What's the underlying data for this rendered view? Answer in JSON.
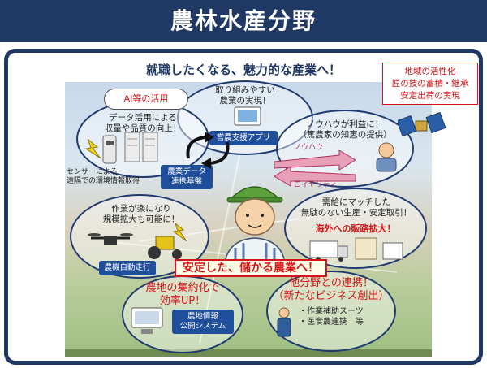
{
  "page": {
    "title": "農林水産分野"
  },
  "headline": "就職したくなる、魅力的な産業へ！",
  "note": {
    "lines": [
      "地域の活性化",
      "匠の技の蓄積・継承",
      "安定出荷の実現"
    ]
  },
  "cloud": {
    "label": "AI等の活用"
  },
  "top_ellipse": {
    "line1": "取り組みやすい",
    "line2": "農業の実現！"
  },
  "app_label": "営農支援アプリ",
  "data_ellipse": {
    "line1": "データ活用による",
    "line2": "収量や品質の向上！"
  },
  "sensor_caption": {
    "line1": "センサーによる",
    "line2": "遠隔での環境情報取得"
  },
  "platform_label": {
    "line1": "農業データ",
    "line2": "連携基盤"
  },
  "knowhow_ellipse": {
    "line1": "ノウハウが利益に！",
    "line2": "（篤農家の知恵の提供）"
  },
  "arrow_labels": {
    "knowhow": "ノウハウ",
    "royalty": "ロイヤリティ"
  },
  "auto_ellipse": {
    "line1": "作業が楽になり",
    "line2": "規模拡大も可能に！"
  },
  "auto_label": "農機自動走行",
  "supply_ellipse": {
    "line1": "需給にマッチした",
    "line2": "無駄のない生産・安定取引！",
    "red": "海外への販路拡大！"
  },
  "center_banner": "安定した、儲かる農業へ！",
  "land_ellipse": {
    "line1": "農地の集約化で",
    "line2": "効率UP！"
  },
  "land_label": {
    "line1": "農地情報",
    "line2": "公開システム"
  },
  "collab_ellipse": {
    "line1": "他分野との連携！",
    "line2": "（新たなビジネス創出）",
    "item1": "・作業補助スーツ",
    "item2": "・医食農連携　等"
  },
  "colors": {
    "navy": "#1f3864",
    "accent_red": "#d61518",
    "label_blue": "#1f4e9a"
  }
}
